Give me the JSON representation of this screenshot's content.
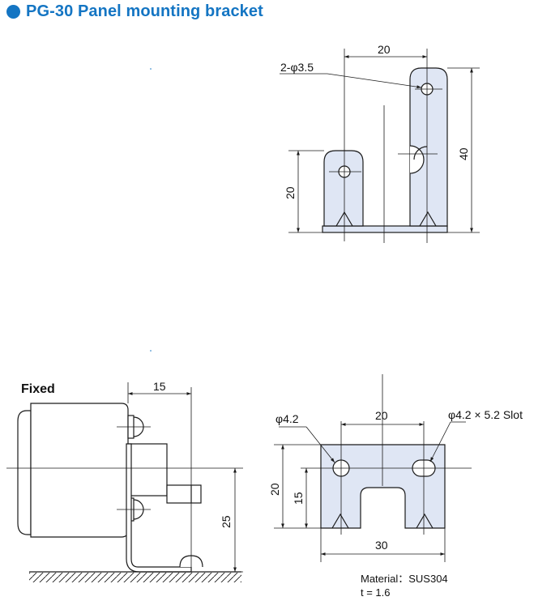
{
  "title": "PG-30 Panel mounting bracket",
  "colors": {
    "accent": "#1475c3",
    "part_fill": "#dfe6f4",
    "line": "#1a1a1a"
  },
  "icons": {
    "title_bullet": "filled-circle-icon"
  },
  "top_view": {
    "dim_width": "20",
    "dim_hole": "2-φ3.5",
    "dim_left_height": "20",
    "dim_total_height": "40"
  },
  "fixed_view": {
    "label": "Fixed",
    "dim_offset": "15",
    "dim_height": "25"
  },
  "front_view": {
    "dim_hole_left": "φ4.2",
    "dim_pitch": "20",
    "dim_slot": "φ4.2 × 5.2  Slot",
    "dim_height": "20",
    "dim_hole_height": "15",
    "dim_width": "30"
  },
  "material": {
    "line1": "Material：SUS304",
    "line2": "t  = 1.6"
  }
}
